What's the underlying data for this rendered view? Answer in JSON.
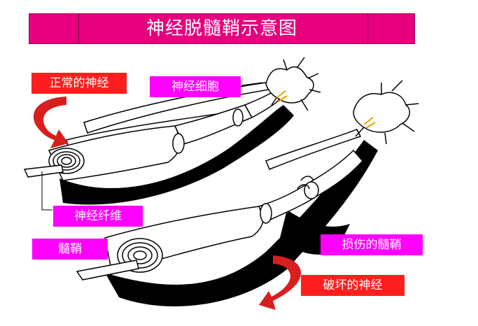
{
  "title": "神经脱髓鞘示意图",
  "labels": {
    "normal_nerve": "正常的神经",
    "nerve_cell": "神经细胞",
    "nerve_fiber": "神经纤维",
    "myelin": "髓鞘",
    "damaged_myelin": "损伤的髓鞘",
    "destroyed_nerve": "破坏的神经"
  },
  "colors": {
    "title_bg": "#e6007e",
    "label_magenta": "#ff00ff",
    "label_red": "#ff1e1e",
    "arrow_red": "#d81e1e"
  },
  "icons": [
    "curved-arrow-icon",
    "nerve-cell-icon",
    "spark-icon"
  ]
}
